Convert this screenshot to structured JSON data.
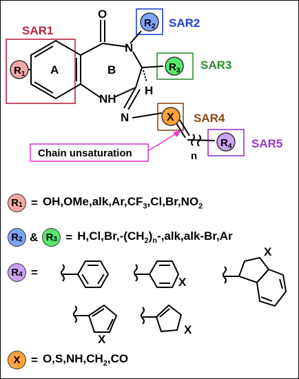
{
  "colors": {
    "sar1": "#b8233f",
    "sar2": "#1f3fd6",
    "sar3": "#2d8a36",
    "sar4": "#8a4a12",
    "sar5": "#9933cc",
    "chain": "#e23ccf",
    "r1_fill": "#f5a8a8",
    "r2_fill": "#7fa4ff",
    "r3_fill": "#55e86a",
    "x_fill": "#ffa23a",
    "r4_fill": "#c9a3f0"
  },
  "scheme": {
    "sar_labels": {
      "sar1": "SAR1",
      "sar2": "SAR2",
      "sar3": "SAR3",
      "sar4": "SAR4",
      "sar5": "SAR5"
    },
    "ring_labels": {
      "a": "A",
      "b": "B"
    },
    "atoms": {
      "carbonyl_o": "O",
      "n_amide": "N",
      "nh": "NH",
      "h": "H",
      "n_imine": "N",
      "n_sub": "n"
    },
    "chain_label": "Chain unsaturation",
    "groups": {
      "r1": {
        "main": "R",
        "sub": "1"
      },
      "r2": {
        "main": "R",
        "sub": "2"
      },
      "r3": {
        "main": "R",
        "sub": "3"
      },
      "r4": {
        "main": "R",
        "sub": "4"
      },
      "x": "X"
    }
  },
  "legend": {
    "r1_row": {
      "badge_main": "R",
      "badge_sub": "1",
      "equals": "=",
      "text": "OH,OMe,alk,Ar,CF",
      "sub1": "3",
      "text2": ",Cl,Br,NO",
      "sub2": "2"
    },
    "r2r3_row": {
      "badge_a_main": "R",
      "badge_a_sub": "2",
      "amp": "&",
      "badge_b_main": "R",
      "badge_b_sub": "3",
      "equals": "=",
      "text": "H,Cl,Br,-(CH",
      "sub1": "2",
      "sub2": "n",
      "text2": ")",
      "text3": "-,alk,alk-Br,Ar"
    },
    "r4_row": {
      "badge_main": "R",
      "badge_sub": "4",
      "equals": "=",
      "hetero_x": [
        "X",
        "X",
        "X",
        "X"
      ]
    },
    "x_row": {
      "badge": "X",
      "equals": "=",
      "text": "O,S,NH,CH",
      "sub1": "2",
      "text2": ",CO"
    }
  }
}
